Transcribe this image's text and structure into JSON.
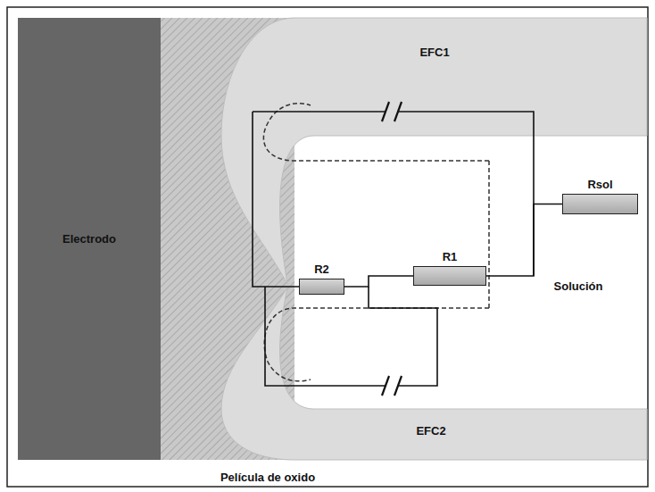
{
  "diagram": {
    "nodes": [
      {
        "text": [
          "Electrodo"
        ]
      },
      {
        "text": [
          "R2"
        ]
      },
      {
        "text": [
          "R1"
        ]
      },
      {
        "text": [
          "Rsol"
        ]
      }
    ],
    "edges": [
      {
        "from": 1,
        "to": 2,
        "arrow": "none"
      },
      {
        "from": 2,
        "to": 3,
        "arrow": "none"
      }
    ],
    "labels": [
      "EFC1",
      "EFC2",
      "Solución",
      "Película de oxido"
    ]
  }
}
